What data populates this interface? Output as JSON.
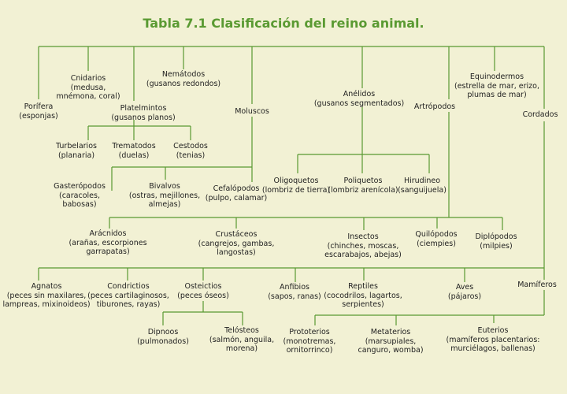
{
  "title": "Tabla 7.1 Clasificación del reino animal.",
  "colors": {
    "title": "#5a9a32",
    "lines": "#5a9a32",
    "background": "#f2f1d4",
    "text": "#222222"
  },
  "nodes": {
    "porifera": {
      "name": "Porífera",
      "desc": "(esponjas)"
    },
    "cnidarios": {
      "name": "Cnidarios",
      "desc": "(medusa,",
      "desc2": "mnémona, coral)"
    },
    "platelmintos": {
      "name": "Platelmintos",
      "desc": "(gusanos planos)"
    },
    "nematodos": {
      "name": "Nemátodos",
      "desc": "(gusanos redondos)"
    },
    "moluscos": {
      "name": "Moluscos"
    },
    "anelidos": {
      "name": "Anélidos",
      "desc": "(gusanos segmentados)"
    },
    "artropodos": {
      "name": "Artrópodos"
    },
    "equinodermos": {
      "name": "Equinodermos",
      "desc": "(estrella de mar, erizo,",
      "desc2": "plumas de mar)"
    },
    "cordados": {
      "name": "Cordados"
    },
    "turbelarios": {
      "name": "Turbelarios",
      "desc": "(planaria)"
    },
    "trematodos": {
      "name": "Trematodos",
      "desc": "(duelas)"
    },
    "cestodos": {
      "name": "Cestodos",
      "desc": "(tenias)"
    },
    "oligoquetos": {
      "name": "Oligoquetos",
      "desc": "(lombriz de tierra)"
    },
    "poliquetos": {
      "name": "Poliquetos",
      "desc": "(lombriz arenícola)"
    },
    "hirudineo": {
      "name": "Hirudineo",
      "desc": "(sanguijuela)"
    },
    "gasteropodos": {
      "name": "Gasterópodos",
      "desc": "(caracoles,",
      "desc2": "babosas)"
    },
    "bivalvos": {
      "name": "Bivalvos",
      "desc": "(ostras, mejillones,",
      "desc2": "almejas)"
    },
    "cefalopodos": {
      "name": "Cefalópodos",
      "desc": "(pulpo, calamar)"
    },
    "aracnidos": {
      "name": "Arácnidos",
      "desc": "(arañas, escorpiones",
      "desc2": "garrapatas)"
    },
    "crustaceos": {
      "name": "Crustáceos",
      "desc": "(cangrejos, gambas,",
      "desc2": "langostas)"
    },
    "insectos": {
      "name": "Insectos",
      "desc": "(chinches, moscas,",
      "desc2": "escarabajos, abejas)"
    },
    "quilopodos": {
      "name": "Quilópodos",
      "desc": "(ciempies)"
    },
    "diplopodos": {
      "name": "Diplópodos",
      "desc": "(milpies)"
    },
    "agnatos": {
      "name": "Agnatos",
      "desc": "(peces sin maxilares,",
      "desc2": "lampreas, mixinoideos)"
    },
    "condrictios": {
      "name": "Condrictios",
      "desc": "(peces cartilaginosos,",
      "desc2": "tiburones, rayas)"
    },
    "osteictios": {
      "name": "Osteictios",
      "desc": "(peces óseos)"
    },
    "anfibios": {
      "name": "Anfibios",
      "desc": "(sapos, ranas)"
    },
    "reptiles": {
      "name": "Reptiles",
      "desc": "(cocodrilos, lagartos,",
      "desc2": "serpientes)"
    },
    "aves": {
      "name": "Aves",
      "desc": "(pájaros)"
    },
    "mamiferos": {
      "name": "Mamíferos"
    },
    "dipnoos": {
      "name": "Dipnoos",
      "desc": "(pulmonados)"
    },
    "telosteos": {
      "name": "Telósteos",
      "desc": "(salmón, anguila,",
      "desc2": "morena)"
    },
    "prototerios": {
      "name": "Prototerios",
      "desc": "(monotremas,",
      "desc2": "ornitorrinco)"
    },
    "metaterios": {
      "name": "Metaterios",
      "desc": "(marsupiales,",
      "desc2": "canguro, womba)"
    },
    "euterios": {
      "name": "Euterios",
      "desc": "(mamíferos placentarios:",
      "desc2": "murciélagos, ballenas)"
    }
  }
}
